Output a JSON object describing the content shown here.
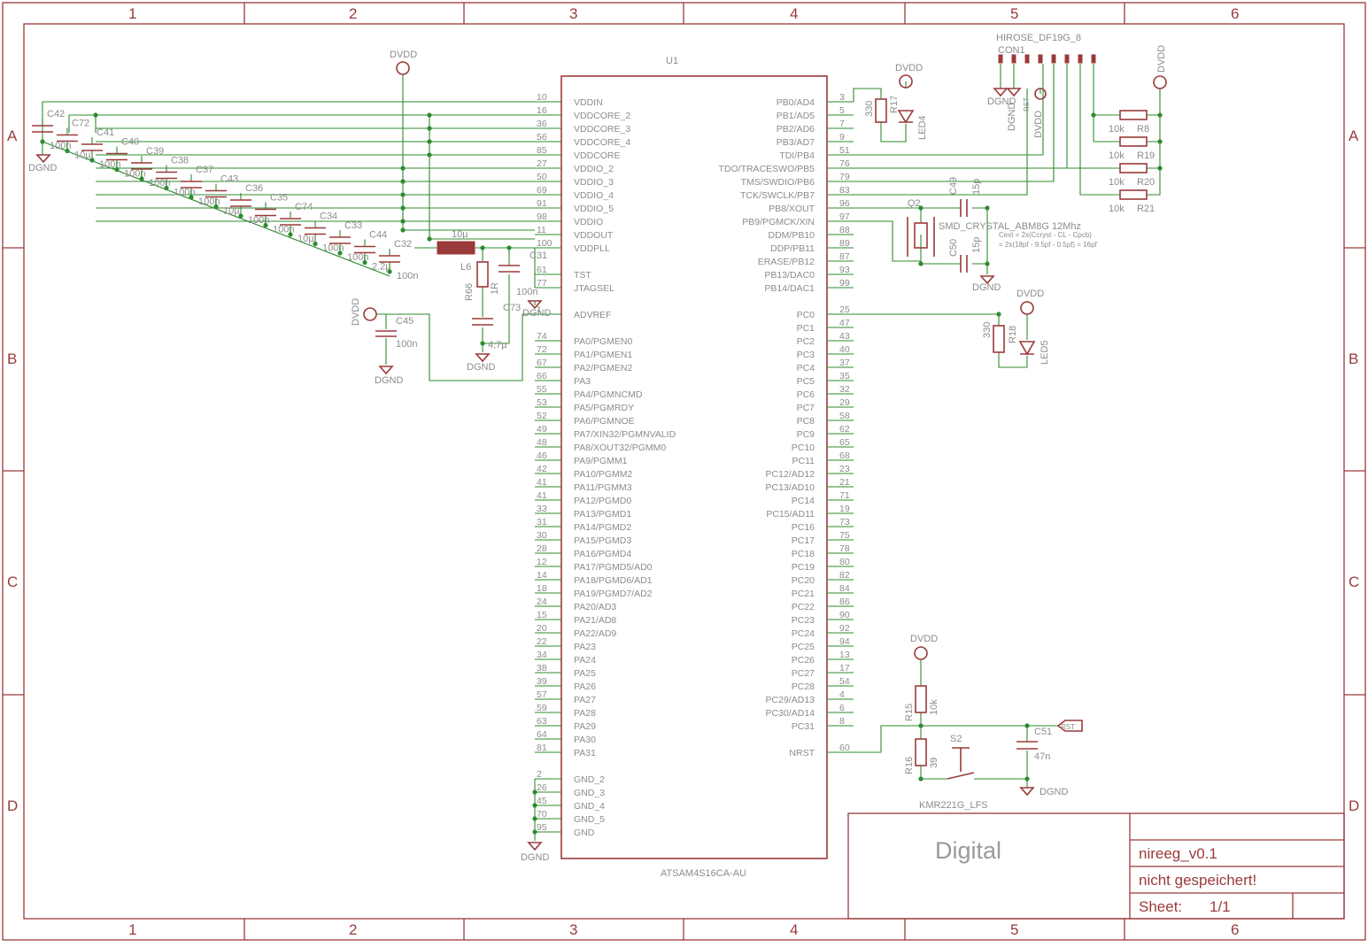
{
  "frame": {
    "columns": [
      "1",
      "2",
      "3",
      "4",
      "5",
      "6"
    ],
    "rows": [
      "A",
      "B",
      "C",
      "D"
    ]
  },
  "titleblock": {
    "title": "Digital",
    "project": "nireeg_v0.1",
    "status": "nicht gespeichert!",
    "sheet_label": "Sheet:",
    "sheet_value": "1/1"
  },
  "ic": {
    "name": "U1",
    "value": "ATSAM4S16CA-AU",
    "left_pins": [
      {
        "num": "10",
        "name": "VDDIN"
      },
      {
        "num": "16",
        "name": "VDDCORE_2"
      },
      {
        "num": "36",
        "name": "VDDCORE_3"
      },
      {
        "num": "56",
        "name": "VDDCORE_4"
      },
      {
        "num": "85",
        "name": "VDDCORE"
      },
      {
        "num": "27",
        "name": "VDDIO_2"
      },
      {
        "num": "50",
        "name": "VDDIO_3"
      },
      {
        "num": "69",
        "name": "VDDIO_4"
      },
      {
        "num": "91",
        "name": "VDDIO_5"
      },
      {
        "num": "98",
        "name": "VDDIO"
      },
      {
        "num": "11",
        "name": "VDDOUT"
      },
      {
        "num": "100",
        "name": "VDDPLL"
      },
      {
        "num": "",
        "name": ""
      },
      {
        "num": "61",
        "name": "TST"
      },
      {
        "num": "77",
        "name": "JTAGSEL"
      },
      {
        "num": "",
        "name": ""
      },
      {
        "num": "1",
        "name": "ADVREF"
      },
      {
        "num": "",
        "name": ""
      },
      {
        "num": "74",
        "name": "PA0/PGMEN0"
      },
      {
        "num": "72",
        "name": "PA1/PGMEN1"
      },
      {
        "num": "67",
        "name": "PA2/PGMEN2"
      },
      {
        "num": "66",
        "name": "PA3"
      },
      {
        "num": "55",
        "name": "PA4/PGMNCMD"
      },
      {
        "num": "53",
        "name": "PA5/PGMRDY"
      },
      {
        "num": "52",
        "name": "PA6/PGMNOE"
      },
      {
        "num": "49",
        "name": "PA7/XIN32/PGMNVALID"
      },
      {
        "num": "48",
        "name": "PA8/XOUT32/PGMM0"
      },
      {
        "num": "46",
        "name": "PA9/PGMM1"
      },
      {
        "num": "42",
        "name": "PA10/PGMM2"
      },
      {
        "num": "41",
        "name": "PA11/PGMM3"
      },
      {
        "num": "41",
        "name": "PA12/PGMD0"
      },
      {
        "num": "33",
        "name": "PA13/PGMD1"
      },
      {
        "num": "31",
        "name": "PA14/PGMD2"
      },
      {
        "num": "30",
        "name": "PA15/PGMD3"
      },
      {
        "num": "28",
        "name": "PA16/PGMD4"
      },
      {
        "num": "12",
        "name": "PA17/PGMD5/AD0"
      },
      {
        "num": "14",
        "name": "PA18/PGMD6/AD1"
      },
      {
        "num": "18",
        "name": "PA19/PGMD7/AD2"
      },
      {
        "num": "24",
        "name": "PA20/AD3"
      },
      {
        "num": "15",
        "name": "PA21/AD8"
      },
      {
        "num": "20",
        "name": "PA22/AD9"
      },
      {
        "num": "22",
        "name": "PA23"
      },
      {
        "num": "34",
        "name": "PA24"
      },
      {
        "num": "38",
        "name": "PA25"
      },
      {
        "num": "39",
        "name": "PA26"
      },
      {
        "num": "57",
        "name": "PA27"
      },
      {
        "num": "59",
        "name": "PA28"
      },
      {
        "num": "63",
        "name": "PA29"
      },
      {
        "num": "64",
        "name": "PA30"
      },
      {
        "num": "81",
        "name": "PA31"
      },
      {
        "num": "",
        "name": ""
      },
      {
        "num": "2",
        "name": "GND_2"
      },
      {
        "num": "26",
        "name": "GND_3"
      },
      {
        "num": "45",
        "name": "GND_4"
      },
      {
        "num": "70",
        "name": "GND_5"
      },
      {
        "num": "95",
        "name": "GND"
      }
    ],
    "right_pins": [
      {
        "num": "3",
        "name": "PB0/AD4"
      },
      {
        "num": "5",
        "name": "PB1/AD5"
      },
      {
        "num": "7",
        "name": "PB2/AD6"
      },
      {
        "num": "9",
        "name": "PB3/AD7"
      },
      {
        "num": "51",
        "name": "TDI/PB4"
      },
      {
        "num": "76",
        "name": "TDO/TRACESWO/PB5"
      },
      {
        "num": "79",
        "name": "TMS/SWDIO/PB6"
      },
      {
        "num": "83",
        "name": "TCK/SWCLK/PB7"
      },
      {
        "num": "96",
        "name": "PB8/XOUT"
      },
      {
        "num": "97",
        "name": "PB9/PGMCK/XIN"
      },
      {
        "num": "88",
        "name": "DDM/PB10"
      },
      {
        "num": "89",
        "name": "DDP/PB11"
      },
      {
        "num": "87",
        "name": "ERASE/PB12"
      },
      {
        "num": "93",
        "name": "PB13/DAC0"
      },
      {
        "num": "99",
        "name": "PB14/DAC1"
      },
      {
        "num": "",
        "name": ""
      },
      {
        "num": "25",
        "name": "PC0"
      },
      {
        "num": "47",
        "name": "PC1"
      },
      {
        "num": "43",
        "name": "PC2"
      },
      {
        "num": "40",
        "name": "PC3"
      },
      {
        "num": "37",
        "name": "PC4"
      },
      {
        "num": "35",
        "name": "PC5"
      },
      {
        "num": "32",
        "name": "PC6"
      },
      {
        "num": "29",
        "name": "PC7"
      },
      {
        "num": "58",
        "name": "PC8"
      },
      {
        "num": "62",
        "name": "PC9"
      },
      {
        "num": "65",
        "name": "PC10"
      },
      {
        "num": "68",
        "name": "PC11"
      },
      {
        "num": "23",
        "name": "PC12/AD12"
      },
      {
        "num": "21",
        "name": "PC13/AD10"
      },
      {
        "num": "71",
        "name": "PC14"
      },
      {
        "num": "19",
        "name": "PC15/AD11"
      },
      {
        "num": "73",
        "name": "PC16"
      },
      {
        "num": "75",
        "name": "PC17"
      },
      {
        "num": "78",
        "name": "PC18"
      },
      {
        "num": "80",
        "name": "PC19"
      },
      {
        "num": "82",
        "name": "PC20"
      },
      {
        "num": "84",
        "name": "PC21"
      },
      {
        "num": "86",
        "name": "PC22"
      },
      {
        "num": "90",
        "name": "PC23"
      },
      {
        "num": "92",
        "name": "PC24"
      },
      {
        "num": "94",
        "name": "PC25"
      },
      {
        "num": "13",
        "name": "PC26"
      },
      {
        "num": "17",
        "name": "PC27"
      },
      {
        "num": "54",
        "name": "PC28"
      },
      {
        "num": "4",
        "name": "PC29/AD13"
      },
      {
        "num": "6",
        "name": "PC30/AD14"
      },
      {
        "num": "8",
        "name": "PC31"
      },
      {
        "num": "",
        "name": ""
      },
      {
        "num": "60",
        "name": "NRST"
      }
    ]
  },
  "power": {
    "dvdd": "DVDD",
    "dgnd": "DGND"
  },
  "decoupling": [
    {
      "name": "C42",
      "value": "100n"
    },
    {
      "name": "C72",
      "value": "10µ"
    },
    {
      "name": "C41",
      "value": "100n"
    },
    {
      "name": "C40",
      "value": "100n"
    },
    {
      "name": "C39",
      "value": "100n"
    },
    {
      "name": "C38",
      "value": "100n"
    },
    {
      "name": "C37",
      "value": "100n"
    },
    {
      "name": "C43",
      "value": "10µ"
    },
    {
      "name": "C36",
      "value": "100n"
    },
    {
      "name": "C35",
      "value": "100n"
    },
    {
      "name": "C74",
      "value": "10µ"
    },
    {
      "name": "C34",
      "value": "100n"
    },
    {
      "name": "C33",
      "value": "100n"
    },
    {
      "name": "C44",
      "value": "2.2µ"
    },
    {
      "name": "C32",
      "value": "100n"
    }
  ],
  "pll": {
    "inductor_value": "10µ",
    "c31": "C31",
    "c31_value": "100n",
    "l6": "L6",
    "r66": "R66",
    "r66_value": "1R",
    "c73": "C73",
    "c73_value": "4,7µ"
  },
  "advref": {
    "cap": "C45",
    "value": "100n"
  },
  "connector": {
    "part": "HIROSE_DF19G_8",
    "name": "CON1",
    "rst": "RST"
  },
  "pullups": [
    {
      "name": "R8",
      "value": "10k"
    },
    {
      "name": "R19",
      "value": "10k"
    },
    {
      "name": "R20",
      "value": "10k"
    },
    {
      "name": "R21",
      "value": "10k"
    }
  ],
  "led4": {
    "resistor": "R17",
    "value": "330",
    "led": "LED4"
  },
  "led5": {
    "resistor": "R18",
    "value": "330",
    "led": "LED5"
  },
  "crystal": {
    "name": "Q2",
    "value": "SMD_CRYSTAL_ABM8G 12Mhz",
    "c49": "C49",
    "c49_value": "15p",
    "c50": "C50",
    "c50_value": "15p",
    "note1": "Cext = 2x(Ccryst - CL - Cpcb)",
    "note2": "= 2x(18pf - 9.5pf - 0.5pf) = 16pf"
  },
  "reset": {
    "r15": "R15",
    "r15_value": "10k",
    "r16": "R16",
    "r16_value": "39",
    "switch": "S2",
    "switch_value": "KMR221G_LFS",
    "c51": "C51",
    "c51_value": "47n",
    "rst": "RST"
  }
}
